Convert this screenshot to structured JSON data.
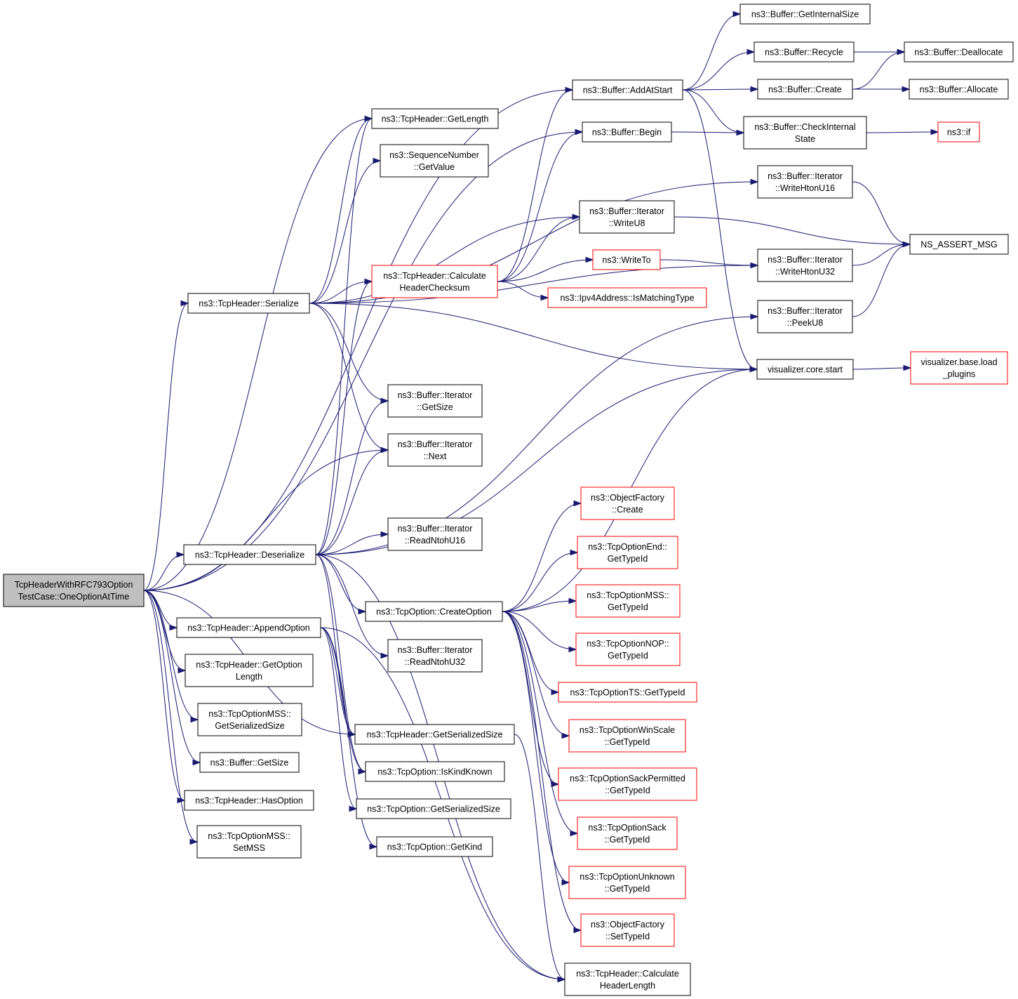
{
  "colors": {
    "edge": "#191970",
    "border_normal": "#000000",
    "border_truncated": "#ff0000",
    "fill_root": "#bfbfbf",
    "fill_normal": "#ffffff"
  },
  "nodes": [
    {
      "id": "root",
      "lines": [
        "TcpHeaderWithRFC793Option",
        "TestCase::OneOptionAtTime"
      ],
      "style": "root"
    },
    {
      "id": "serialize",
      "lines": [
        "ns3::TcpHeader::Serialize"
      ],
      "style": "normal"
    },
    {
      "id": "deserialize",
      "lines": [
        "ns3::TcpHeader::Deserialize"
      ],
      "style": "normal"
    },
    {
      "id": "appendoption",
      "lines": [
        "ns3::TcpHeader::AppendOption"
      ],
      "style": "normal"
    },
    {
      "id": "getoptionlength",
      "lines": [
        "ns3::TcpHeader::GetOption",
        "Length"
      ],
      "style": "normal"
    },
    {
      "id": "mss_getserializedsize",
      "lines": [
        "ns3::TcpOptionMSS::",
        "GetSerializedSize"
      ],
      "style": "normal"
    },
    {
      "id": "buffer_getsize",
      "lines": [
        "ns3::Buffer::GetSize"
      ],
      "style": "normal"
    },
    {
      "id": "hasoption",
      "lines": [
        "ns3::TcpHeader::HasOption"
      ],
      "style": "normal"
    },
    {
      "id": "mss_setmss",
      "lines": [
        "ns3::TcpOptionMSS::",
        "SetMSS"
      ],
      "style": "normal"
    },
    {
      "id": "getlength",
      "lines": [
        "ns3::TcpHeader::GetLength"
      ],
      "style": "normal"
    },
    {
      "id": "seq_getvalue",
      "lines": [
        "ns3::SequenceNumber",
        "::GetValue"
      ],
      "style": "normal"
    },
    {
      "id": "calcchecksum",
      "lines": [
        "ns3::TcpHeader::Calculate",
        "HeaderChecksum"
      ],
      "style": "truncated"
    },
    {
      "id": "it_getsize",
      "lines": [
        "ns3::Buffer::Iterator",
        "::GetSize"
      ],
      "style": "normal"
    },
    {
      "id": "it_next",
      "lines": [
        "ns3::Buffer::Iterator",
        "::Next"
      ],
      "style": "normal"
    },
    {
      "id": "it_readntohu16",
      "lines": [
        "ns3::Buffer::Iterator",
        "::ReadNtohU16"
      ],
      "style": "normal"
    },
    {
      "id": "createoption",
      "lines": [
        "ns3::TcpOption::CreateOption"
      ],
      "style": "normal"
    },
    {
      "id": "it_readntohu32",
      "lines": [
        "ns3::Buffer::Iterator",
        "::ReadNtohU32"
      ],
      "style": "normal"
    },
    {
      "id": "hdr_getserializedsize",
      "lines": [
        "ns3::TcpHeader::GetSerializedSize"
      ],
      "style": "normal"
    },
    {
      "id": "iskindknown",
      "lines": [
        "ns3::TcpOption::IsKindKnown"
      ],
      "style": "normal"
    },
    {
      "id": "opt_getserializedsize",
      "lines": [
        "ns3::TcpOption::GetSerializedSize"
      ],
      "style": "normal"
    },
    {
      "id": "getkind",
      "lines": [
        "ns3::TcpOption::GetKind"
      ],
      "style": "normal"
    },
    {
      "id": "addatstart",
      "lines": [
        "ns3::Buffer::AddAtStart"
      ],
      "style": "normal"
    },
    {
      "id": "begin",
      "lines": [
        "ns3::Buffer::Begin"
      ],
      "style": "normal"
    },
    {
      "id": "it_writeu8",
      "lines": [
        "ns3::Buffer::Iterator",
        "::WriteU8"
      ],
      "style": "normal"
    },
    {
      "id": "writeto",
      "lines": [
        "ns3::WriteTo"
      ],
      "style": "truncated"
    },
    {
      "id": "ismatchingtype",
      "lines": [
        "ns3::Ipv4Address::IsMatchingType"
      ],
      "style": "truncated"
    },
    {
      "id": "getinternalsize",
      "lines": [
        "ns3::Buffer::GetInternalSize"
      ],
      "style": "normal"
    },
    {
      "id": "recycle",
      "lines": [
        "ns3::Buffer::Recycle"
      ],
      "style": "normal"
    },
    {
      "id": "buffer_create",
      "lines": [
        "ns3::Buffer::Create"
      ],
      "style": "normal"
    },
    {
      "id": "checkinternal",
      "lines": [
        "ns3::Buffer::CheckInternal",
        "State"
      ],
      "style": "normal"
    },
    {
      "id": "it_writehtonu16",
      "lines": [
        "ns3::Buffer::Iterator",
        "::WriteHtonU16"
      ],
      "style": "normal"
    },
    {
      "id": "it_writehtonu32",
      "lines": [
        "ns3::Buffer::Iterator",
        "::WriteHtonU32"
      ],
      "style": "normal"
    },
    {
      "id": "it_peeku8",
      "lines": [
        "ns3::Buffer::Iterator",
        "::PeekU8"
      ],
      "style": "normal"
    },
    {
      "id": "viz_start",
      "lines": [
        "visualizer.core.start"
      ],
      "style": "normal"
    },
    {
      "id": "deallocate",
      "lines": [
        "ns3::Buffer::Deallocate"
      ],
      "style": "normal"
    },
    {
      "id": "allocate",
      "lines": [
        "ns3::Buffer::Allocate"
      ],
      "style": "normal"
    },
    {
      "id": "ns3_if",
      "lines": [
        "ns3::if"
      ],
      "style": "truncated"
    },
    {
      "id": "ns_assert_msg",
      "lines": [
        "NS_ASSERT_MSG"
      ],
      "style": "normal"
    },
    {
      "id": "load_plugins",
      "lines": [
        "visualizer.base.load",
        "_plugins"
      ],
      "style": "truncated"
    },
    {
      "id": "of_create",
      "lines": [
        "ns3::ObjectFactory",
        "::Create"
      ],
      "style": "truncated"
    },
    {
      "id": "end_typeid",
      "lines": [
        "ns3::TcpOptionEnd::",
        "GetTypeId"
      ],
      "style": "truncated"
    },
    {
      "id": "mss_typeid",
      "lines": [
        "ns3::TcpOptionMSS::",
        "GetTypeId"
      ],
      "style": "truncated"
    },
    {
      "id": "nop_typeid",
      "lines": [
        "ns3::TcpOptionNOP::",
        "GetTypeId"
      ],
      "style": "truncated"
    },
    {
      "id": "ts_typeid",
      "lines": [
        "ns3::TcpOptionTS::GetTypeId"
      ],
      "style": "truncated"
    },
    {
      "id": "winscale_typeid",
      "lines": [
        "ns3::TcpOptionWinScale",
        "::GetTypeId"
      ],
      "style": "truncated"
    },
    {
      "id": "sackperm_typeid",
      "lines": [
        "ns3::TcpOptionSackPermitted",
        "::GetTypeId"
      ],
      "style": "truncated"
    },
    {
      "id": "sack_typeid",
      "lines": [
        "ns3::TcpOptionSack",
        "::GetTypeId"
      ],
      "style": "truncated"
    },
    {
      "id": "unknown_typeid",
      "lines": [
        "ns3::TcpOptionUnknown",
        "::GetTypeId"
      ],
      "style": "truncated"
    },
    {
      "id": "of_settypeid",
      "lines": [
        "ns3::ObjectFactory",
        "::SetTypeId"
      ],
      "style": "truncated"
    },
    {
      "id": "calcheaderlength",
      "lines": [
        "ns3::TcpHeader::Calculate",
        "HeaderLength"
      ],
      "style": "normal"
    }
  ],
  "edges": [
    [
      "root",
      "serialize"
    ],
    [
      "root",
      "deserialize"
    ],
    [
      "root",
      "appendoption"
    ],
    [
      "root",
      "getoptionlength"
    ],
    [
      "root",
      "mss_getserializedsize"
    ],
    [
      "root",
      "buffer_getsize"
    ],
    [
      "root",
      "hasoption"
    ],
    [
      "root",
      "mss_setmss"
    ],
    [
      "root",
      "addatstart"
    ],
    [
      "root",
      "begin"
    ],
    [
      "root",
      "getlength"
    ],
    [
      "root",
      "it_next"
    ],
    [
      "root",
      "hdr_getserializedsize"
    ],
    [
      "serialize",
      "getlength"
    ],
    [
      "serialize",
      "seq_getvalue"
    ],
    [
      "serialize",
      "calcchecksum"
    ],
    [
      "serialize",
      "it_getsize"
    ],
    [
      "serialize",
      "it_next"
    ],
    [
      "serialize",
      "it_writeu8"
    ],
    [
      "serialize",
      "it_writehtonu16"
    ],
    [
      "serialize",
      "it_writehtonu32"
    ],
    [
      "serialize",
      "viz_start"
    ],
    [
      "deserialize",
      "getlength"
    ],
    [
      "deserialize",
      "calcchecksum"
    ],
    [
      "deserialize",
      "it_getsize"
    ],
    [
      "deserialize",
      "it_next"
    ],
    [
      "deserialize",
      "it_readntohu16"
    ],
    [
      "deserialize",
      "createoption"
    ],
    [
      "deserialize",
      "it_readntohu32"
    ],
    [
      "deserialize",
      "it_peeku8"
    ],
    [
      "deserialize",
      "viz_start"
    ],
    [
      "deserialize",
      "hdr_getserializedsize"
    ],
    [
      "deserialize",
      "iskindknown"
    ],
    [
      "deserialize",
      "calcheaderlength"
    ],
    [
      "appendoption",
      "hdr_getserializedsize"
    ],
    [
      "appendoption",
      "iskindknown"
    ],
    [
      "appendoption",
      "opt_getserializedsize"
    ],
    [
      "appendoption",
      "getkind"
    ],
    [
      "appendoption",
      "calcheaderlength"
    ],
    [
      "calcchecksum",
      "addatstart"
    ],
    [
      "calcchecksum",
      "begin"
    ],
    [
      "calcchecksum",
      "it_writeu8"
    ],
    [
      "calcchecksum",
      "writeto"
    ],
    [
      "calcchecksum",
      "ismatchingtype"
    ],
    [
      "createoption",
      "of_create"
    ],
    [
      "createoption",
      "end_typeid"
    ],
    [
      "createoption",
      "mss_typeid"
    ],
    [
      "createoption",
      "nop_typeid"
    ],
    [
      "createoption",
      "ts_typeid"
    ],
    [
      "createoption",
      "winscale_typeid"
    ],
    [
      "createoption",
      "sackperm_typeid"
    ],
    [
      "createoption",
      "sack_typeid"
    ],
    [
      "createoption",
      "unknown_typeid"
    ],
    [
      "createoption",
      "of_settypeid"
    ],
    [
      "createoption",
      "viz_start"
    ],
    [
      "hdr_getserializedsize",
      "calcheaderlength"
    ],
    [
      "addatstart",
      "getinternalsize"
    ],
    [
      "addatstart",
      "recycle"
    ],
    [
      "addatstart",
      "buffer_create"
    ],
    [
      "addatstart",
      "checkinternal"
    ],
    [
      "addatstart",
      "viz_start"
    ],
    [
      "begin",
      "checkinternal"
    ],
    [
      "recycle",
      "deallocate"
    ],
    [
      "buffer_create",
      "deallocate"
    ],
    [
      "buffer_create",
      "allocate"
    ],
    [
      "checkinternal",
      "ns3_if"
    ],
    [
      "it_writeu8",
      "ns_assert_msg"
    ],
    [
      "it_writehtonu16",
      "ns_assert_msg"
    ],
    [
      "it_writehtonu32",
      "ns_assert_msg"
    ],
    [
      "it_peeku8",
      "ns_assert_msg"
    ],
    [
      "writeto",
      "it_writehtonu32"
    ],
    [
      "viz_start",
      "load_plugins"
    ]
  ]
}
